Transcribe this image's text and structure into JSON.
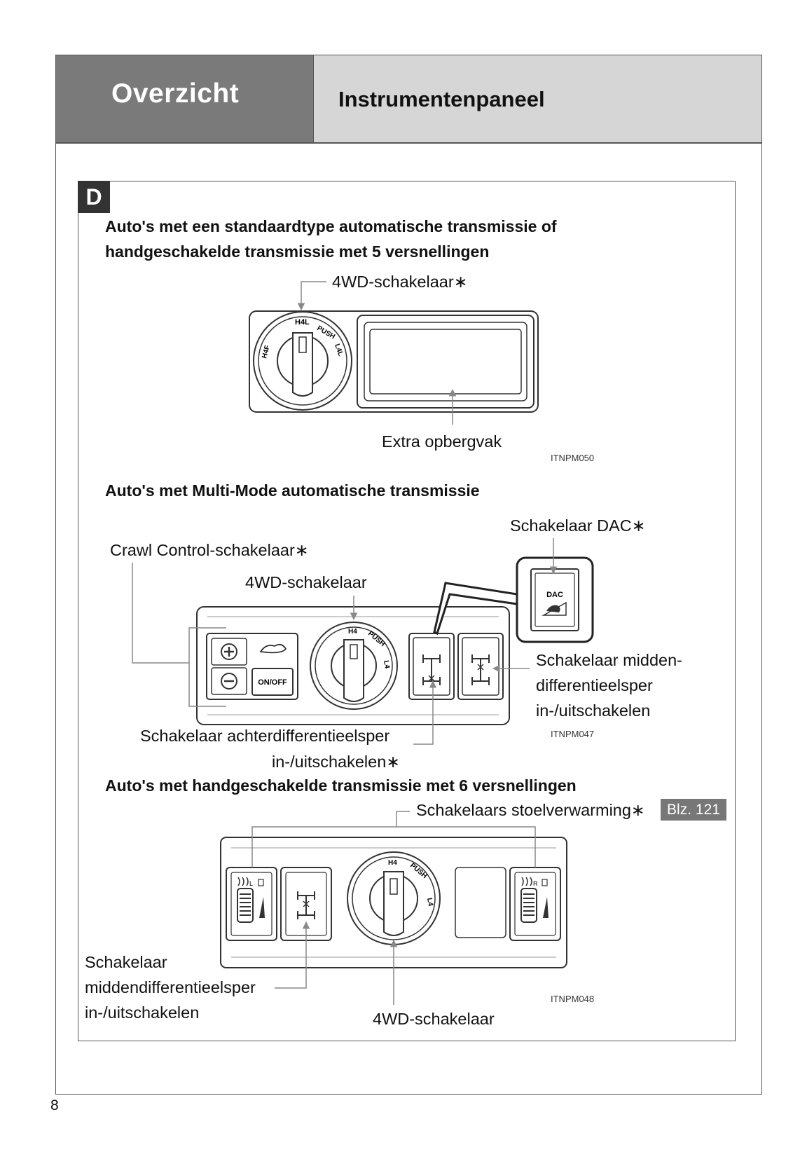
{
  "header": {
    "section_title": "Overzicht",
    "page_heading": "Instrumentenpaneel"
  },
  "panel": {
    "badge": "D",
    "heading_1_line1": "Auto's met een standaardtype automatische transmissie of",
    "heading_1_line2": "handgeschakelde transmissie met 5 versnellingen",
    "fig1": {
      "label_4wd": "4WD-schakelaar∗",
      "label_storage": "Extra opbergvak",
      "code": "ITNPM050",
      "knob_text": {
        "h4l": "H4L",
        "push": "PUSH",
        "l4l": "L4L",
        "h4f": "H4F"
      }
    },
    "heading_2": "Auto's met Multi-Mode automatische transmissie",
    "fig2": {
      "label_dac": "Schakelaar DAC∗",
      "label_crawl": "Crawl Control-schakelaar∗",
      "label_4wd": "4WD-schakelaar",
      "label_center_l1": "Schakelaar midden-",
      "label_center_l2": "differentieelsper",
      "label_center_l3": "in-/uitschakelen",
      "code": "ITNPM047",
      "label_rear_l1": "Schakelaar achterdifferentieelsper",
      "label_rear_l2": "in-/uitschakelen∗",
      "dac_text": "DAC",
      "onoff_text": "ON/OFF",
      "knob_text": {
        "h4": "H4",
        "push": "PUSH",
        "l4": "L4"
      }
    },
    "heading_3": "Auto's met handgeschakelde transmissie met 6 versnellingen",
    "fig3": {
      "label_seat": "Schakelaars stoelverwarming∗",
      "ref": "Blz. 121",
      "label_center_l1": "Schakelaar",
      "label_center_l2": "middendifferentieelsper",
      "label_center_l3": "in-/uitschakelen",
      "label_4wd": "4WD-schakelaar",
      "code": "ITNPM048",
      "knob_text": {
        "h4": "H4",
        "push": "PUSH",
        "l4": "L4"
      },
      "seat_l": "L",
      "seat_r": "R"
    }
  },
  "footer": {
    "page_number": "8"
  }
}
